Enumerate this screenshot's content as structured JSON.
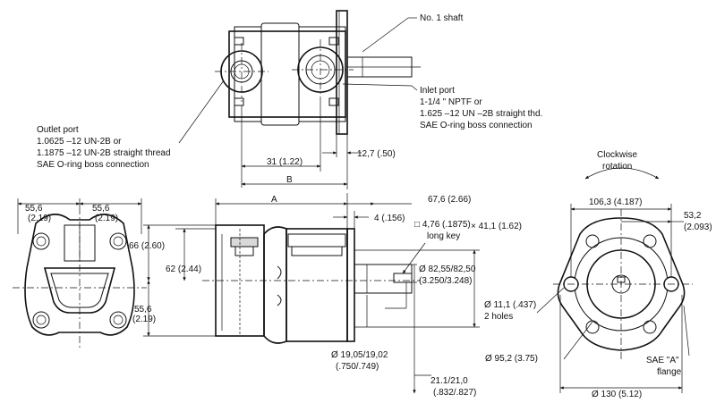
{
  "labels": {
    "shaft": "No. 1 shaft",
    "inlet_l1": "Inlet port",
    "inlet_l2": "1-1/4 \" NPTF or",
    "inlet_l3": "1.625  –12 UN  –2B straight thd.",
    "inlet_l4": "SAE O-ring boss connection",
    "outlet_l1": "Outlet port",
    "outlet_l2": "1.0625  –12 UN-2B or",
    "outlet_l3": "1.1875  –12 UN-2B straight thread",
    "outlet_l4": "SAE O-ring boss connection",
    "rotation_l1": "Clockwise",
    "rotation_l2": "rotation",
    "flange_l1": "SAE  \"A\"",
    "flange_l2": "flange",
    "key_l1": "□ 4,76 (.1875)",
    "key_l2": "long key",
    "holes_l1": "Ø 11,1 (.437)",
    "holes_l2": "2 holes"
  },
  "dims": {
    "d_12_7": "12,7 (.50)",
    "d_31": "31 (1.22)",
    "d_B": "B",
    "d_A": "A",
    "d_67_6": "67,6 (2.66)",
    "d_4": "4 (.156)",
    "d_41_1": "×  41,1 (1.62)",
    "d_55_6a_1": "55,6",
    "d_55_6a_2": "(2.19)",
    "d_55_6b_1": "55,6",
    "d_55_6b_2": "(2.19)",
    "d_66": "66 (2.60)",
    "d_62": "62 (2.44)",
    "d_55_6c_1": "55,6",
    "d_55_6c_2": "(2.19)",
    "d_82_1": "Ø 82,55/82,50",
    "d_82_2": "(3.250/3.248)",
    "d_19_1": "Ø 19,05/19,02",
    "d_19_2": "(.750/.749)",
    "d_21_1": "21.1/21,0",
    "d_21_2": "(.832/.827)",
    "d_106": "106,3 (4.187)",
    "d_53_1": "53,2",
    "d_53_2": "(2.093)",
    "d_95": "Ø 95,2 (3.75)",
    "d_130": "Ø 130 (5.12)"
  }
}
